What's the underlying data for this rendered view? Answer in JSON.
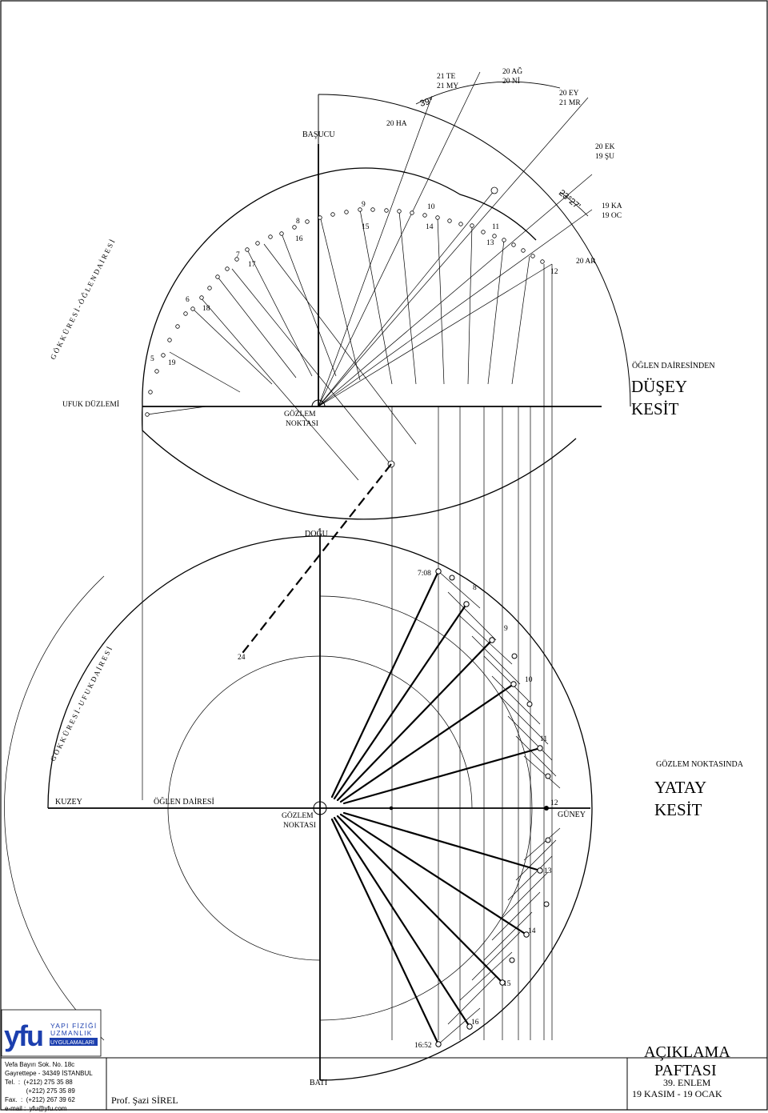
{
  "vertical_section": {
    "zenith": "BAŞUCU",
    "horizon_plane": "UFUK DÜZLEMİ",
    "observer": [
      "GÖZLEM",
      "NOKTASI"
    ],
    "celestial_meridian_label": "G Ö K K Ü R E S İ   -   Ö Ğ L E N   D A İ R E S İ",
    "title_small": "ÖĞLEN DAİRESİNDEN",
    "title_big": [
      "DÜŞEY",
      "KESİT"
    ],
    "latitude_angle": "39°",
    "obliquity_angle": "23°27'",
    "dates": {
      "mar_sep": [
        "21 TE",
        "21 MY"
      ],
      "may_jul": [
        "20 AĞ",
        "20 Nİ"
      ],
      "sep_mar": [
        "20 EY",
        "21 MR"
      ],
      "jun": "20 HA",
      "oct_feb": [
        "20 EK",
        "19 ŞU"
      ],
      "nov_jan": [
        "19 KA",
        "19 OC"
      ],
      "dec": "20 AR"
    },
    "hours_morning": [
      "5",
      "6",
      "7",
      "8",
      "9",
      "10",
      "11"
    ],
    "hours_afternoon": [
      "19",
      "18",
      "17",
      "16",
      "15",
      "14",
      "13"
    ],
    "noon": "12"
  },
  "horizontal_section": {
    "north": "KUZEY",
    "south": "GÜNEY",
    "east": "DOĞU",
    "west": "BATI",
    "meridian": "ÖĞLEN DAİRESİ",
    "observer": [
      "GÖZLEM",
      "NOKTASI"
    ],
    "horizon_circle_label": "G Ö K K Ü R E S İ   -   U F U K   D A İ R E S İ",
    "title_small": "GÖZLEM NOKTASINDA",
    "title_big": [
      "YATAY",
      "KESİT"
    ],
    "sunrise": "7:08",
    "sunset": "16:52",
    "hours": [
      "8",
      "9",
      "10",
      "11",
      "12",
      "13",
      "14",
      "15",
      "16"
    ],
    "midnight_marker": "24"
  },
  "footer": {
    "logo": "yfu",
    "org_lines": [
      "YAPI FİZİĞİ",
      "UZMANLIK",
      "UYGULAMALARI"
    ],
    "address": [
      "Vefa Bayırı Sok. No. 18c",
      "Gayrettepe - 34349 İSTANBUL",
      "Tel.  :  (+212) 275 35 88",
      "            (+212) 275 35 89",
      "Fax.  :  (+212) 267 39 62",
      "e-mail :  yfu@yfu.com"
    ],
    "author": "Prof. Şazi SİREL",
    "sheet_title": [
      "AÇIKLAMA",
      "PAFTASI"
    ],
    "latitude": "39. ENLEM",
    "period": "19 KASIM - 19 OCAK"
  },
  "colors": {
    "line": "#000000",
    "logo": "#1c3fae",
    "paper": "#ffffff"
  }
}
